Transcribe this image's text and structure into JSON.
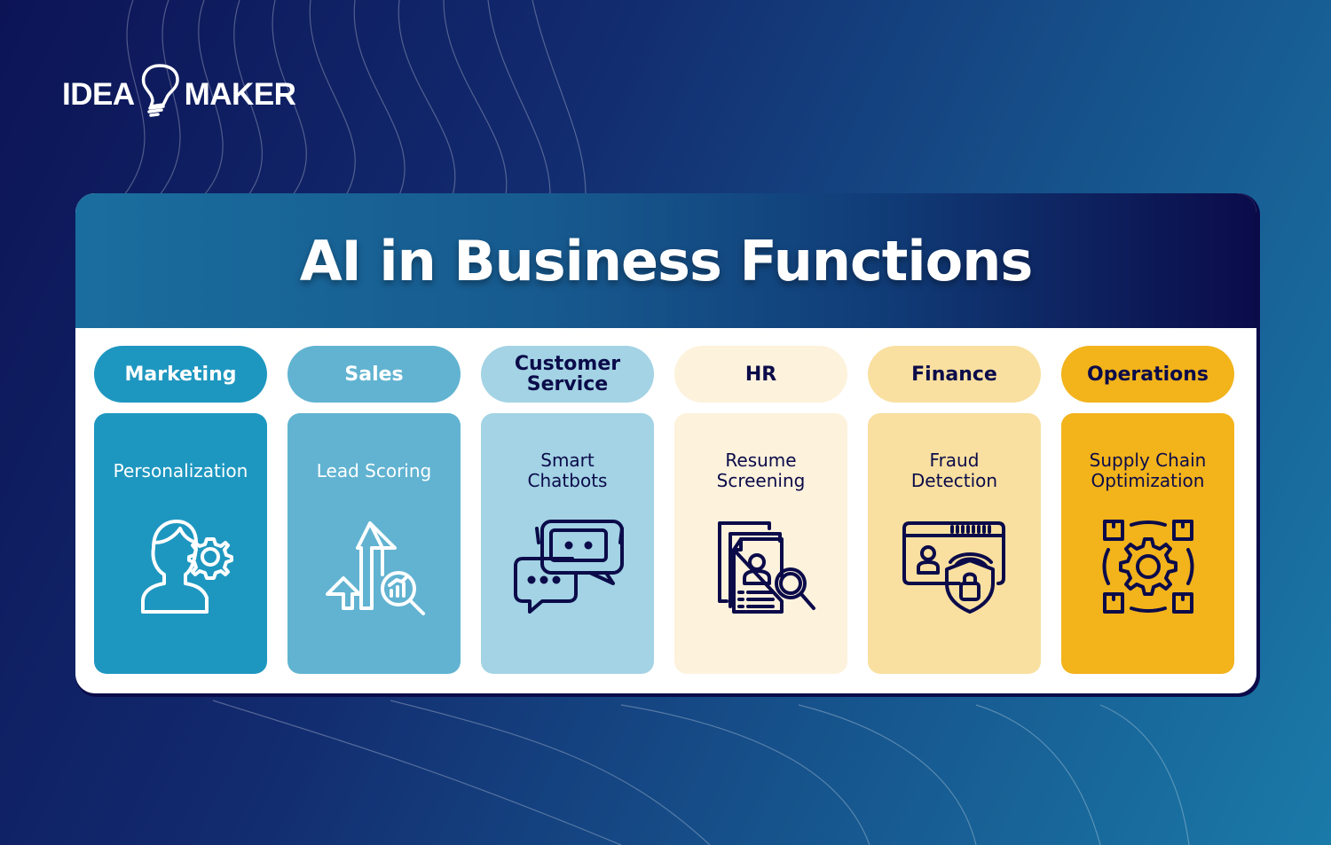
{
  "brand": {
    "left_text": "IDEA",
    "right_text": "MAKER",
    "icon": "lightbulb-icon"
  },
  "header": {
    "title": "AI in Business Functions"
  },
  "functions": [
    {
      "category": "Marketing",
      "use_case": "Personalization",
      "icon": "person-gear-icon",
      "pill_color": "#1e97c0",
      "box_color": "#1e97c0",
      "text_color": "#ffffff"
    },
    {
      "category": "Sales",
      "use_case": "Lead Scoring",
      "icon": "growth-arrows-magnifier-icon",
      "pill_color": "#61b3d1",
      "box_color": "#61b3d1",
      "text_color": "#ffffff"
    },
    {
      "category": "Customer\nService",
      "use_case": "Smart\nChatbots",
      "icon": "chatbot-bubbles-icon",
      "pill_color": "#a3d3e4",
      "box_color": "#a3d3e4",
      "text_color": "#0b0b4a"
    },
    {
      "category": "HR",
      "use_case": "Resume\nScreening",
      "icon": "resume-search-icon",
      "pill_color": "#fdf2dc",
      "box_color": "#fdf2dc",
      "text_color": "#0b0b4a"
    },
    {
      "category": "Finance",
      "use_case": "Fraud\nDetection",
      "icon": "id-card-shield-lock-icon",
      "pill_color": "#f9e0a0",
      "box_color": "#f9e0a0",
      "text_color": "#0b0b4a"
    },
    {
      "category": "Operations",
      "use_case": "Supply Chain\nOptimization",
      "icon": "gear-boxes-cycle-icon",
      "pill_color": "#f2b31b",
      "box_color": "#f2b31b",
      "text_color": "#0b0b4a"
    }
  ],
  "colors": {
    "navy": "#0b0b4a",
    "background_start": "#0c1456",
    "background_end": "#1a7aa8",
    "header_start": "#1a6e9f",
    "header_end": "#0b0b4a"
  }
}
